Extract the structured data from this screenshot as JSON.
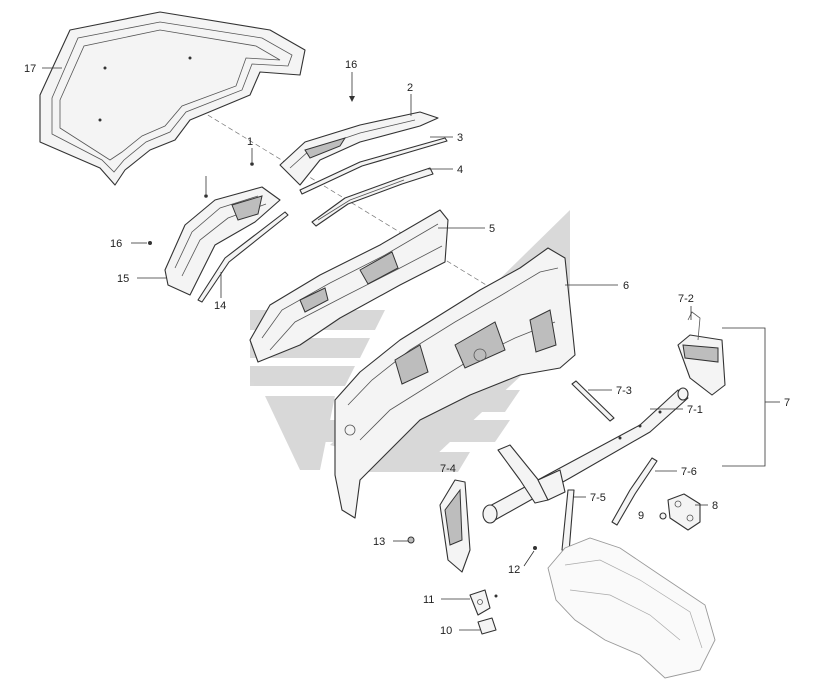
{
  "colors": {
    "watermark": "#d2d2d2",
    "line": "#333333"
  },
  "callouts": [
    {
      "id": "c17",
      "text": "17"
    },
    {
      "id": "c16a",
      "text": "16"
    },
    {
      "id": "c2",
      "text": "2"
    },
    {
      "id": "c3",
      "text": "3"
    },
    {
      "id": "c1",
      "text": "1"
    },
    {
      "id": "c4",
      "text": "4"
    },
    {
      "id": "c5",
      "text": "5"
    },
    {
      "id": "c16b",
      "text": "16"
    },
    {
      "id": "c15",
      "text": "15"
    },
    {
      "id": "c14",
      "text": "14"
    },
    {
      "id": "c6",
      "text": "6"
    },
    {
      "id": "c7_2",
      "text": "7-2"
    },
    {
      "id": "c7",
      "text": "7"
    },
    {
      "id": "c7_3",
      "text": "7-3"
    },
    {
      "id": "c7_1",
      "text": "7-1"
    },
    {
      "id": "c7_4",
      "text": "7-4"
    },
    {
      "id": "c7_6",
      "text": "7-6"
    },
    {
      "id": "c7_5",
      "text": "7-5"
    },
    {
      "id": "c8",
      "text": "8"
    },
    {
      "id": "c9",
      "text": "9"
    },
    {
      "id": "c13",
      "text": "13"
    },
    {
      "id": "c12",
      "text": "12"
    },
    {
      "id": "c11",
      "text": "11"
    },
    {
      "id": "c10",
      "text": "10"
    }
  ]
}
